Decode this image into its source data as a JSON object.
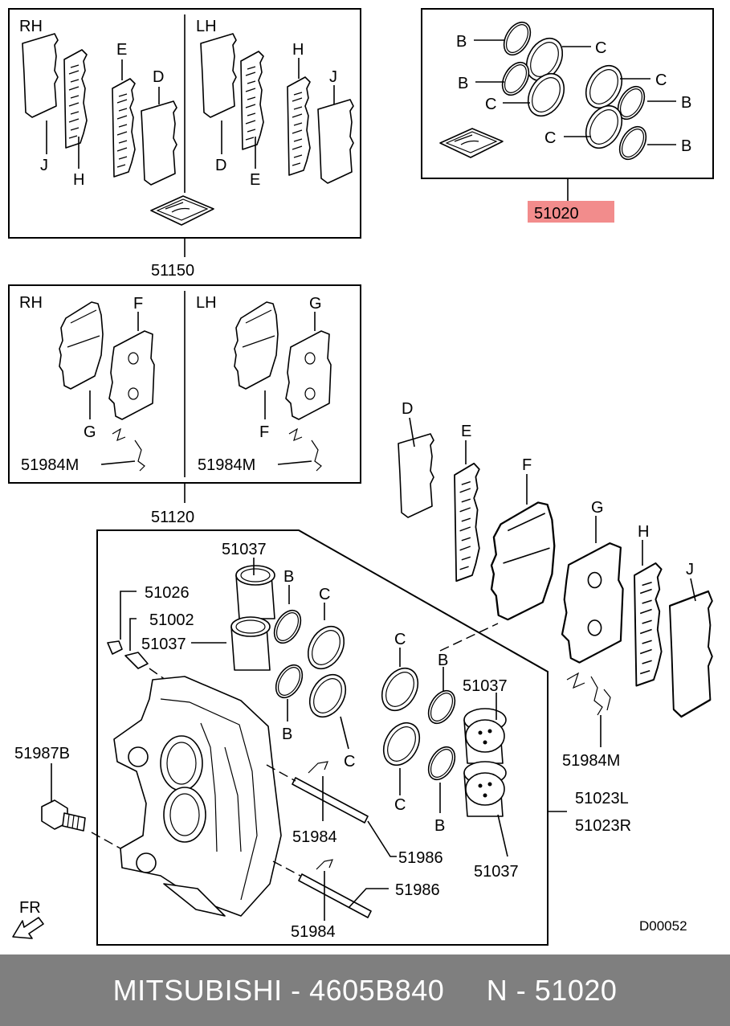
{
  "kit_51150": {
    "rh": "RH",
    "lh": "LH",
    "labels": {
      "j_rh": "J",
      "h_rh": "H",
      "e_rh": "E",
      "d_rh": "D",
      "d_lh": "D",
      "e_lh": "E",
      "h_lh": "H",
      "j_lh": "J"
    },
    "part_number": "51150"
  },
  "kit_51020": {
    "labels": [
      "B",
      "C",
      "B",
      "C",
      "C",
      "B",
      "C",
      "B"
    ],
    "part_number": "51020",
    "highlight_color": "#f28c8c"
  },
  "kit_51120": {
    "rh": "RH",
    "lh": "LH",
    "labels": {
      "f_rh": "F",
      "g_rh": "G",
      "g_lh": "G",
      "f_lh": "F"
    },
    "clip_rh": "51984M",
    "clip_lh": "51984M",
    "part_number": "51120"
  },
  "exploded": {
    "shim_labels": {
      "d": "D",
      "e": "E",
      "f": "F",
      "g": "G",
      "h": "H",
      "j": "J"
    },
    "clip": "51984M"
  },
  "caliper": {
    "piston_top": "51037",
    "b1": "B",
    "c1": "C",
    "b2": "B",
    "c2": "C",
    "p51026": "51026",
    "p51002": "51002",
    "p51037_left": "51037",
    "c3": "C",
    "b3": "B",
    "p51037_right": "51037",
    "c4": "C",
    "b4": "B",
    "p51037_bottom": "51037",
    "bolt": "51987B",
    "pin_clip_1": "51984",
    "pin_1": "51986",
    "pin_2": "51986",
    "pin_clip_2": "51984",
    "assy_l": "51023L",
    "assy_r": "51023R",
    "fr": "FR",
    "drawing_code": "D00052"
  },
  "footer": {
    "text": "MITSUBISHI - 4605B840     N - 51020"
  }
}
